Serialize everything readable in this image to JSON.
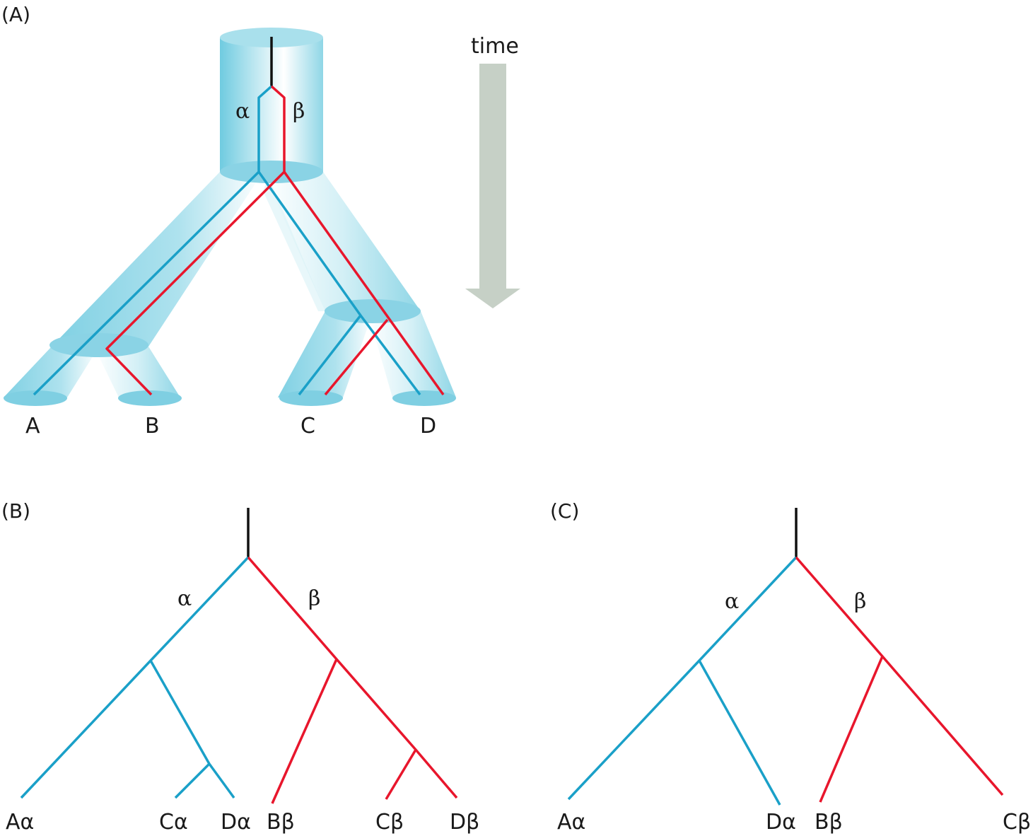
{
  "colors": {
    "alpha": "#1aa0c8",
    "beta": "#e8162c",
    "root": "#111111",
    "tube": "#7fd0e3",
    "tube_highlight": "#ffffff",
    "time_arrow": "#c8d2c8"
  },
  "panel_a": {
    "label": "(A)",
    "time_label": "time",
    "alpha_label": "α",
    "beta_label": "β",
    "species": [
      "A",
      "B",
      "C",
      "D"
    ]
  },
  "panel_b": {
    "label": "(B)",
    "alpha_label": "α",
    "beta_label": "β",
    "leaves": [
      "Aα",
      "Cα",
      "Dα",
      "Bβ",
      "Cβ",
      "Dβ"
    ]
  },
  "panel_c": {
    "label": "(C)",
    "alpha_label": "α",
    "beta_label": "β",
    "leaves": [
      "Aα",
      "Dα",
      "Bβ",
      "Cβ"
    ]
  }
}
